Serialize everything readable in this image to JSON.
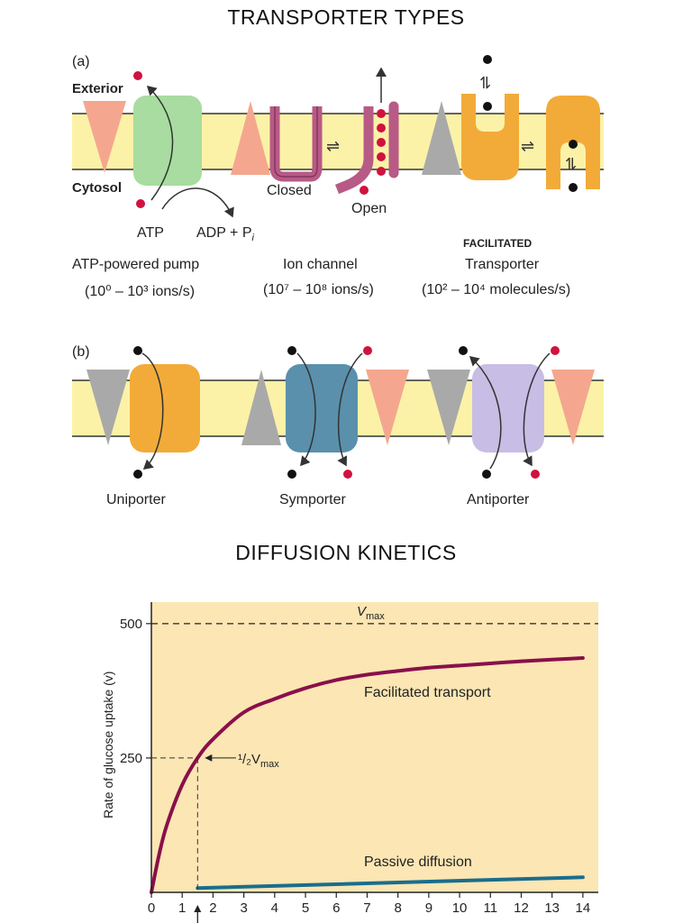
{
  "titles": {
    "transporter_types": "TRANSPORTER TYPES",
    "diffusion_kinetics": "DIFFUSION KINETICS"
  },
  "panel_a": {
    "label": "(a)",
    "exterior": "Exterior",
    "cytosol": "Cytosol",
    "closed": "Closed",
    "open": "Open",
    "atp": "ATP",
    "adp": "ADP + P",
    "adp_sub": "i",
    "facilitated": "FACILITATED",
    "pump_name": "ATP-powered pump",
    "pump_rate": "(10⁰ – 10³ ions/s)",
    "channel_name": "Ion channel",
    "channel_rate": "(10⁷ – 10⁸ ions/s)",
    "transporter_name": "Transporter",
    "transporter_rate": "(10² – 10⁴ molecules/s)"
  },
  "panel_b": {
    "label": "(b)",
    "uniporter": "Uniporter",
    "symporter": "Symporter",
    "antiporter": "Antiporter"
  },
  "colors": {
    "membrane": "#fbf2a8",
    "pump": "#a8dca0",
    "channel": "#b85a86",
    "transporter": "#f2ab38",
    "symporter": "#5a90ac",
    "antiporter": "#c8bde4",
    "gradient_red": "#f4a78e",
    "gradient_gray": "#a9a9a9",
    "ion_red": "#d0123f",
    "chart_bg": "#fbe6b4",
    "facilitated_curve": "#8a0f4a",
    "passive_curve": "#1b6d8c"
  },
  "chart_data": {
    "type": "line",
    "ylabel": "Rate of glucose uptake (v)",
    "xlim": [
      0,
      14.5
    ],
    "ylim": [
      0,
      540
    ],
    "x_ticks": [
      0,
      1,
      2,
      3,
      4,
      5,
      6,
      7,
      8,
      9,
      10,
      11,
      12,
      13,
      14
    ],
    "y_ticks": [
      250,
      500
    ],
    "vmax": 500,
    "vmax_label": "V",
    "vmax_sub": "max",
    "half_vmax_label": "¹/₂V",
    "half_vmax_sub": "max",
    "km_marker_x": 1.5,
    "series": [
      {
        "name": "Facilitated transport",
        "x": [
          0,
          0.25,
          0.5,
          1,
          1.5,
          2,
          3,
          4,
          5,
          6,
          7,
          8,
          9,
          10,
          11,
          12,
          13,
          14
        ],
        "values": [
          0,
          70,
          125,
          200,
          250,
          285,
          335,
          360,
          380,
          395,
          405,
          412,
          418,
          422,
          426,
          430,
          433,
          436
        ]
      },
      {
        "name": "Passive diffusion",
        "x": [
          1.5,
          14
        ],
        "values": [
          8,
          28
        ]
      }
    ]
  }
}
